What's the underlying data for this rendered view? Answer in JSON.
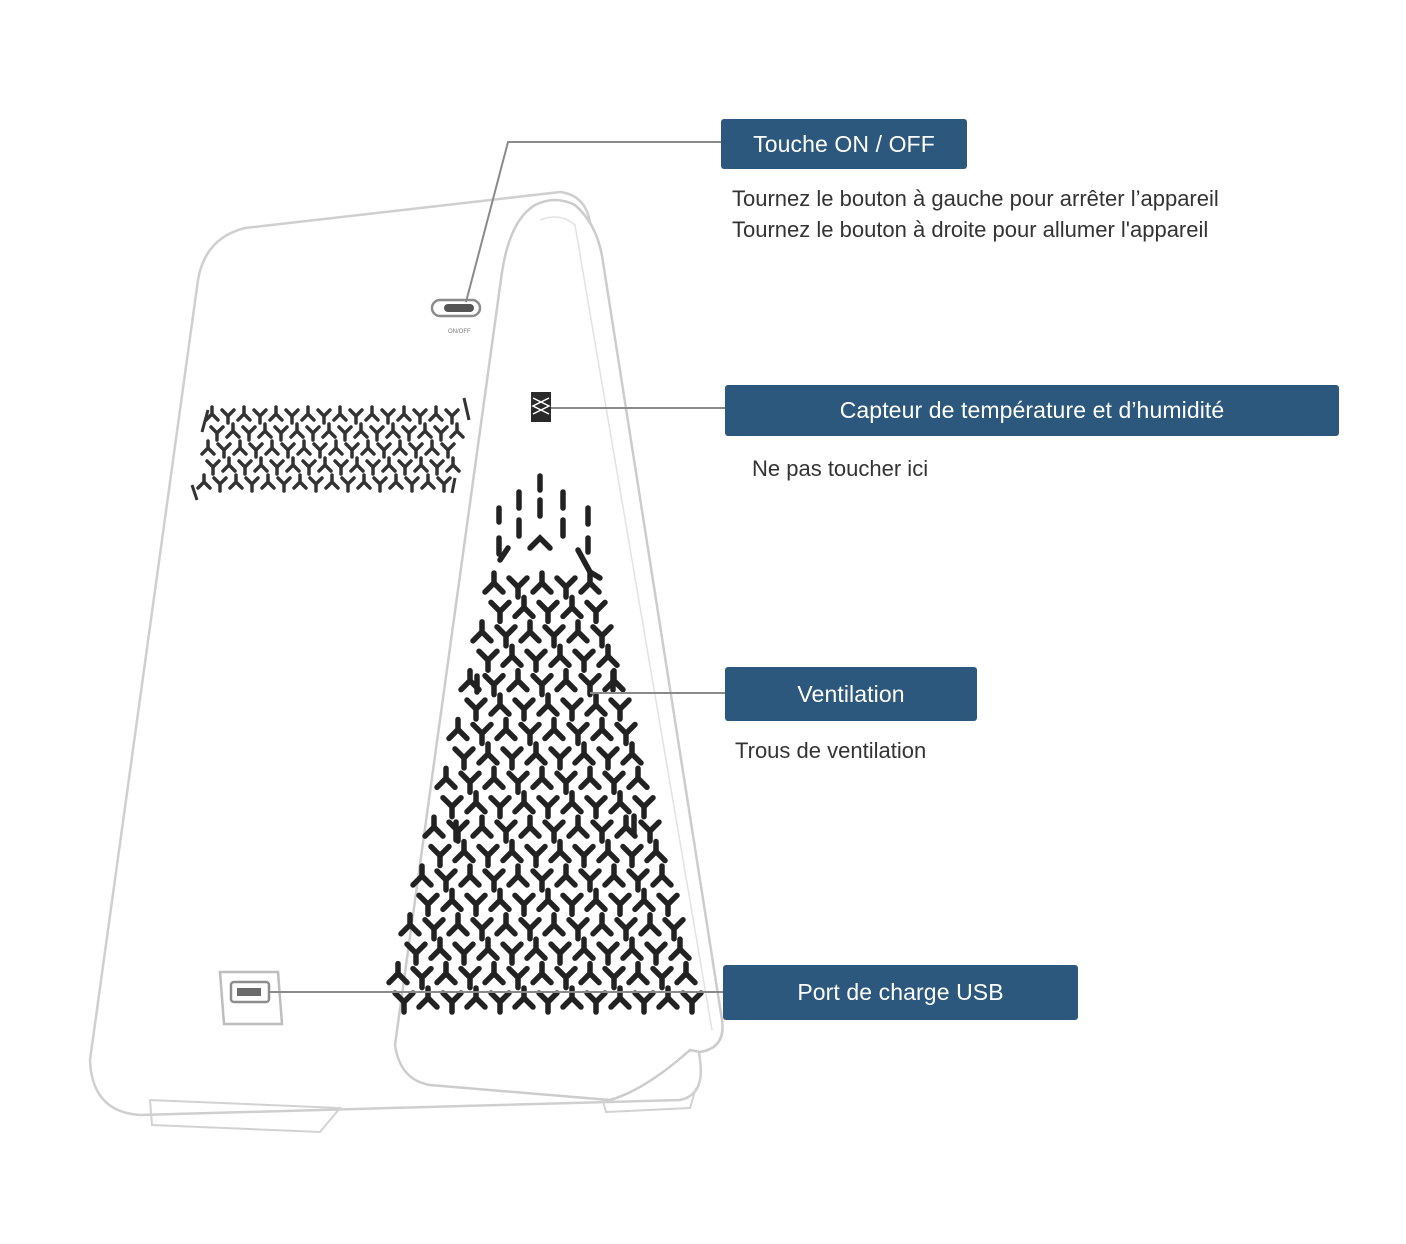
{
  "callouts": {
    "power": {
      "title": "Touche ON / OFF",
      "lines": [
        "Tournez le bouton à gauche pour arrêter l’appareil",
        "Tournez le bouton à droite pour allumer l'appareil"
      ]
    },
    "sensor": {
      "title": "Capteur de température et d’humidité",
      "desc": "Ne pas toucher ici"
    },
    "vent": {
      "title": "Ventilation",
      "desc": "Trous de ventilation"
    },
    "usb": {
      "title": "Port de charge USB"
    }
  },
  "colors": {
    "label_bg": "#2d587d",
    "label_text": "#ffffff",
    "line": "#8a8a8a",
    "outline": "#cfcfcf",
    "holes": "#222222"
  },
  "icons": {
    "power_switch": "power-switch-icon",
    "sensor": "sensor-icon",
    "usb_port": "usb-port-icon"
  }
}
